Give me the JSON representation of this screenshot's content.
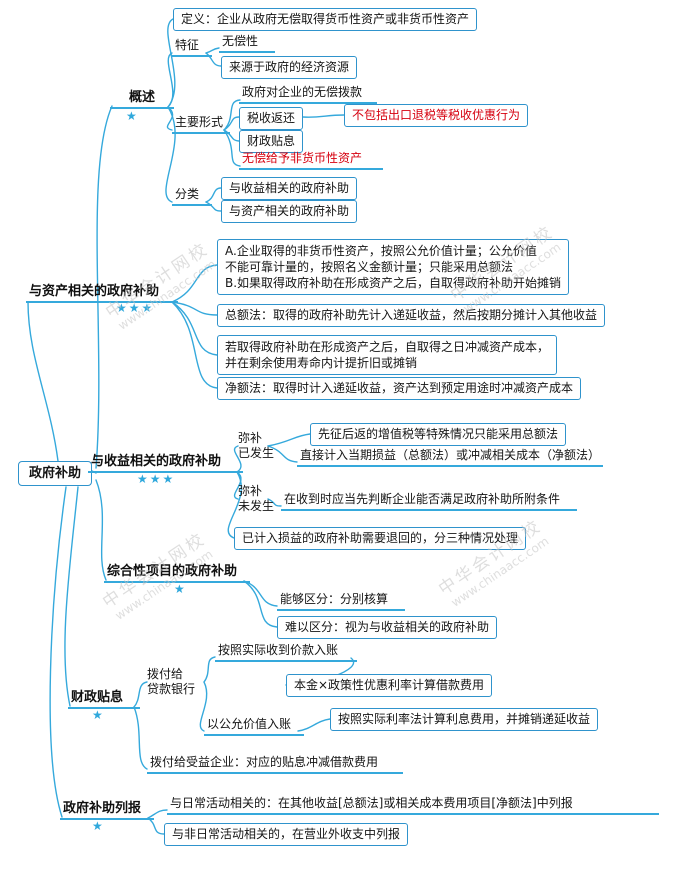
{
  "colors": {
    "branch_line": "#35a9dc",
    "box_border": "#2f93cc",
    "text": "#141414",
    "highlight_red": "#d6000f",
    "star": "#2fa8dc",
    "watermark": "#c4c4c4"
  },
  "watermark": {
    "name": "中华会计网校",
    "url": "www.chinaacc.com"
  },
  "root": {
    "label": "政府补助"
  },
  "overview": {
    "label": "概述",
    "stars": "★",
    "definition": "定义：企业从政府无偿取得货币性资产或非货币性资产",
    "features": {
      "label": "特征",
      "gratuitous": "无偿性",
      "source": "来源于政府的经济资源"
    },
    "forms": {
      "label": "主要形式",
      "grant": "政府对企业的无偿拨款",
      "tax_refund": "税收返还",
      "tax_refund_note": "不包括出口退税等税收优惠行为",
      "interest_subsidy": "财政贴息",
      "nonmonetary": "无偿给予非货币性资产"
    },
    "classification": {
      "label": "分类",
      "income_related": "与收益相关的政府补助",
      "asset_related": "与资产相关的政府补助"
    }
  },
  "asset_related": {
    "label": "与资产相关的政府补助",
    "stars": "★★★",
    "note_ab_line1": "A.企业取得的非货币性资产，按照公允价值计量；公允价值",
    "note_ab_line2": "不能可靠计量的，按照名义金额计量；只能采用总额法",
    "note_ab_line3": "B.如果取得政府补助在形成资产之后，自取得政府补助开始摊销",
    "gross_method": "总额法：取得的政府补助先计入递延收益，然后按期分摊计入其他收益",
    "after_note_line1": "若取得政府补助在形成资产之后，自取得之日冲减资产成本，",
    "after_note_line2": "并在剩余使用寿命内计提折旧或摊销",
    "net_method": "净额法：取得时计入递延收益，资产达到预定用途时冲减资产成本"
  },
  "income_related": {
    "label": "与收益相关的政府补助",
    "stars": "★★★",
    "incurred": {
      "label_line1": "弥补",
      "label_line2": "已发生",
      "special": "先征后返的增值税等特殊情况只能采用总额法",
      "treatment": "直接计入当期损益（总额法）或冲减相关成本（净额法）"
    },
    "not_incurred": {
      "label_line1": "弥补",
      "label_line2": "未发生",
      "judge": "在收到时应当先判断企业能否满足政府补助所附条件"
    },
    "refund": "已计入损益的政府补助需要退回的，分三种情况处理"
  },
  "comprehensive": {
    "label": "综合性项目的政府补助",
    "stars": "★",
    "separable": "能够区分：分别核算",
    "inseparable": "难以区分：视为与收益相关的政府补助"
  },
  "fiscal_interest": {
    "label": "财政贴息",
    "stars": "★",
    "to_bank": {
      "label_line1": "拨付给",
      "label_line2": "贷款银行",
      "actual_received": "按照实际收到价款入账",
      "principal_rate": "本金×政策性优惠利率计算借款费用",
      "fair_value": "以公允价值入账",
      "effective_rate": "按照实际利率法计算利息费用，并摊销递延收益"
    },
    "to_enterprise": "拨付给受益企业：对应的贴息冲减借款费用"
  },
  "presentation": {
    "label": "政府补助列报",
    "stars": "★",
    "daily": "与日常活动相关的：在其他收益[总额法]或相关成本费用项目[净额法]中列报",
    "non_daily": "与非日常活动相关的，在营业外收支中列报"
  }
}
